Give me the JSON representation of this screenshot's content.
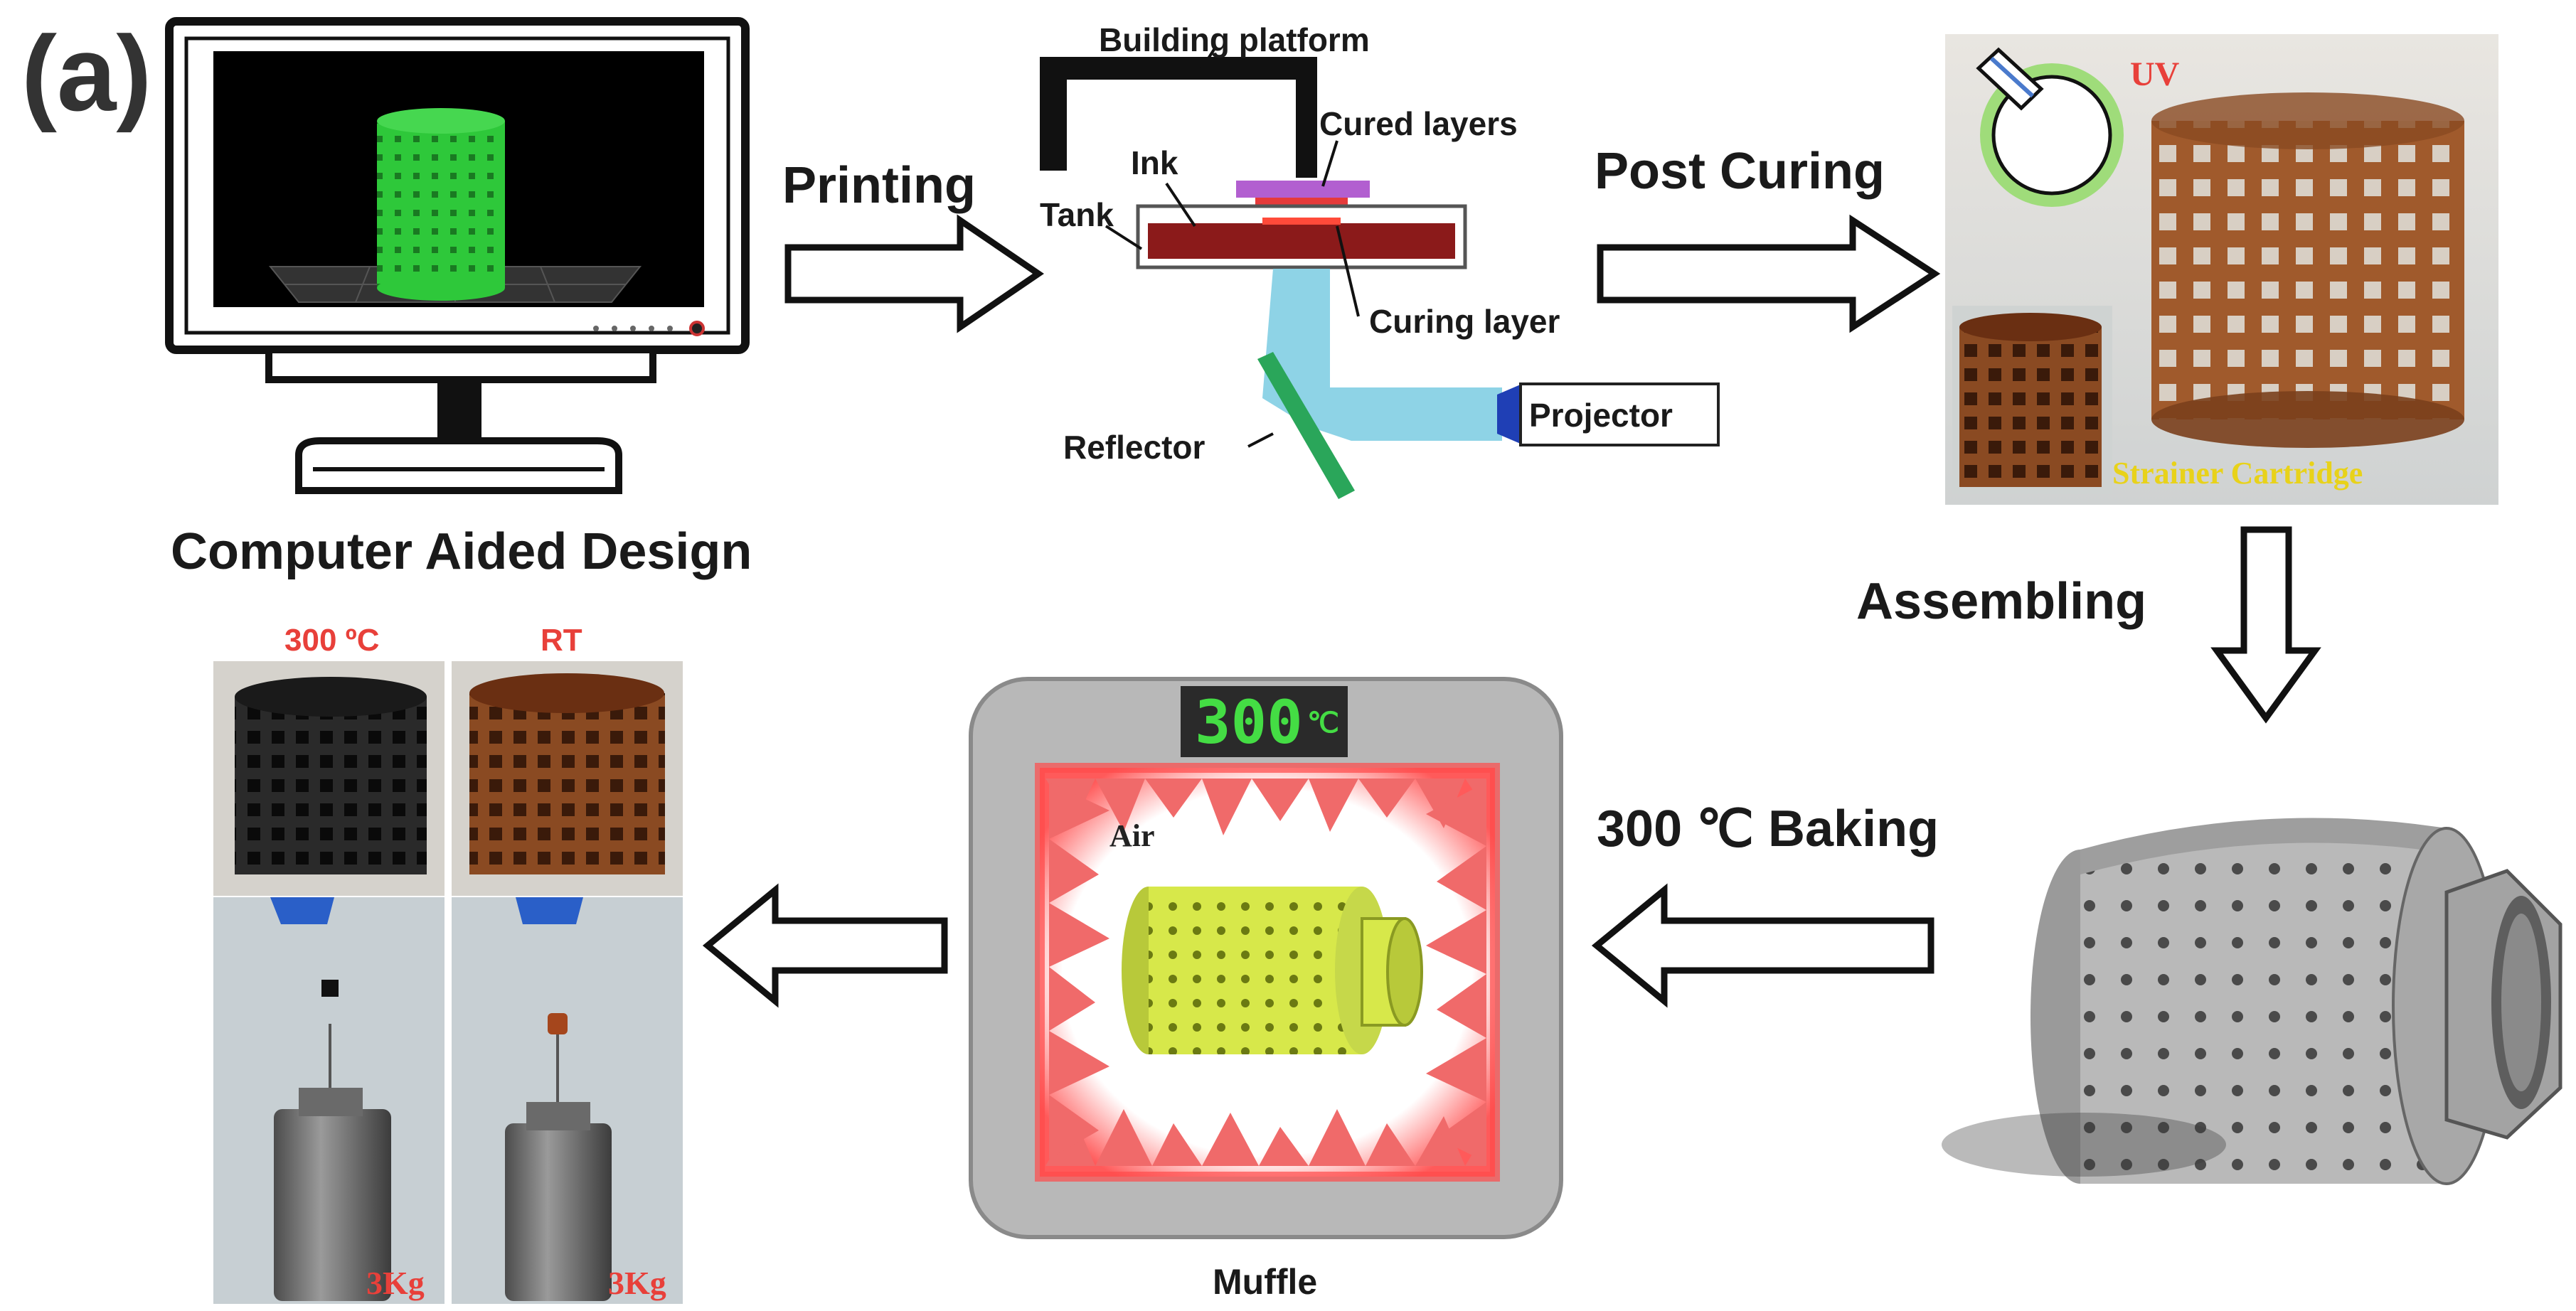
{
  "panel_label": "(a)",
  "steps": {
    "printing": "Printing",
    "post_curing": "Post Curing",
    "assembling": "Assembling",
    "baking": "300 ℃ Baking"
  },
  "cad": {
    "caption": "Computer Aided Design"
  },
  "printer": {
    "building_platform": "Building platform",
    "cured_layers": "Cured layers",
    "ink": "Ink",
    "tank": "Tank",
    "curing_layer": "Curing layer",
    "reflector": "Reflector",
    "projector": "Projector"
  },
  "post_curing_photo": {
    "uv": "UV",
    "caption": "Strainer Cartridge"
  },
  "muffle": {
    "display": "300",
    "display_unit": "℃",
    "air": "Air",
    "caption": "Muffle"
  },
  "test_photos": {
    "left_title": "300 ºC",
    "right_title": "RT",
    "left_weight": "3Kg",
    "right_weight": "3Kg"
  },
  "colors": {
    "red_label": "#e8403a",
    "yellow_label": "#e8d21a",
    "green_display": "#44dd44",
    "cad_green": "#2ec83a",
    "ink": "#8b1a1a",
    "beam": "#8ed3e6",
    "filter_yellow": "#d7e84a"
  }
}
